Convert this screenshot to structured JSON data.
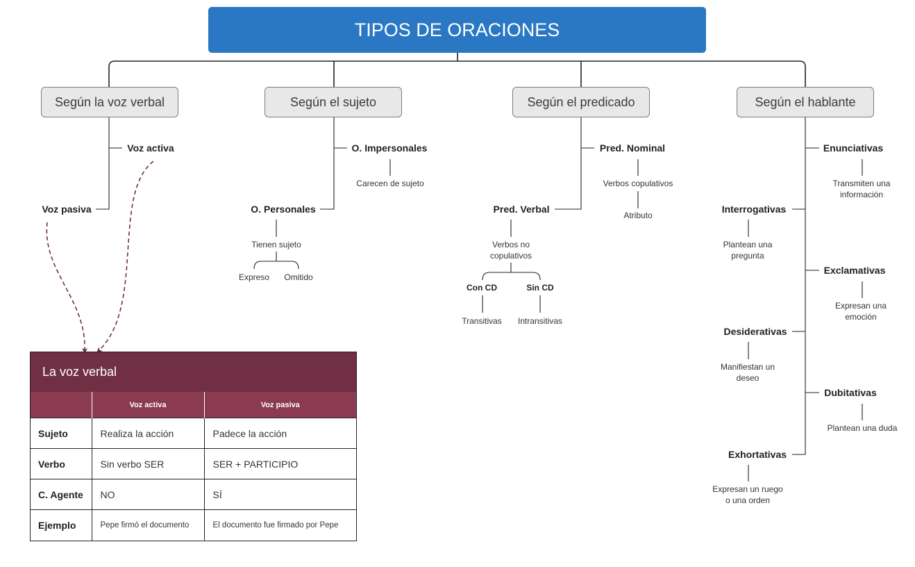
{
  "title": "TIPOS DE ORACIONES",
  "categories": {
    "voz": "Según la voz verbal",
    "sujeto": "Según el sujeto",
    "predicado": "Según el predicado",
    "hablante": "Según el hablante"
  },
  "voz": {
    "activa": "Voz activa",
    "pasiva": "Voz pasiva"
  },
  "sujeto": {
    "impersonales": "O. Impersonales",
    "impersonales_desc": "Carecen de sujeto",
    "personales": "O. Personales",
    "personales_desc": "Tienen sujeto",
    "expreso": "Expreso",
    "omitido": "Omitido"
  },
  "predicado": {
    "nominal": "Pred. Nominal",
    "nominal_desc": "Verbos copulativos",
    "atributo": "Atributo",
    "verbal": "Pred. Verbal",
    "verbal_desc_1": "Verbos no",
    "verbal_desc_2": "copulativos",
    "con_cd": "Con CD",
    "sin_cd": "Sin CD",
    "transitivas": "Transitivas",
    "intransitivas": "Intransitivas"
  },
  "hablante": {
    "enunciativas": "Enunciativas",
    "enunciativas_desc_1": "Transmiten una",
    "enunciativas_desc_2": "información",
    "interrogativas": "Interrogativas",
    "interrogativas_desc_1": "Plantean una",
    "interrogativas_desc_2": "pregunta",
    "exclamativas": "Exclamativas",
    "exclamativas_desc_1": "Expresan una",
    "exclamativas_desc_2": "emoción",
    "desiderativas": "Desiderativas",
    "desiderativas_desc_1": "Manifiestan un",
    "desiderativas_desc_2": "deseo",
    "dubitativas": "Dubitativas",
    "dubitativas_desc": "Plantean una duda",
    "exhortativas": "Exhortativas",
    "exhortativas_desc_1": "Expresan un ruego",
    "exhortativas_desc_2": "o una orden"
  },
  "table": {
    "title": "La voz verbal",
    "headers": [
      "",
      "Voz activa",
      "Voz pasiva"
    ],
    "rows": [
      [
        "Sujeto",
        "Realiza la acción",
        "Padece la acción"
      ],
      [
        "Verbo",
        "Sin verbo SER",
        "SER + PARTICIPIO"
      ],
      [
        "C. Agente",
        "NO",
        "SÍ"
      ],
      [
        "Ejemplo",
        "Pepe firmó el documento",
        "El documento fue firmado por Pepe"
      ]
    ]
  },
  "colors": {
    "title_bg": "#2a78c3",
    "table_title_bg": "#702f45",
    "table_header_bg": "#8b3b51",
    "arrow": "#702f45"
  }
}
